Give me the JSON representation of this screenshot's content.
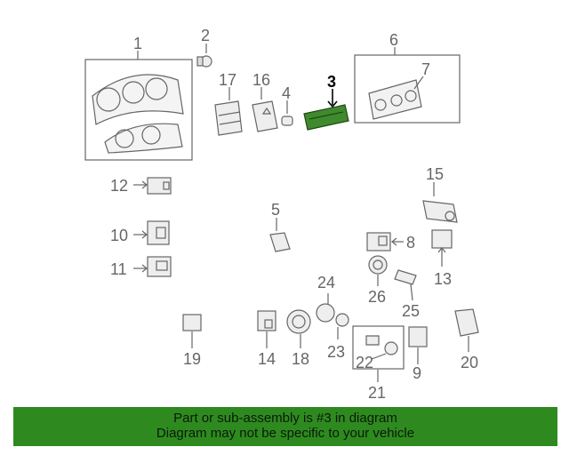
{
  "callouts": {
    "c1": "1",
    "c2": "2",
    "c3": "3",
    "c4": "4",
    "c5": "5",
    "c6": "6",
    "c7": "7",
    "c8": "8",
    "c9": "9",
    "c10": "10",
    "c11": "11",
    "c12": "12",
    "c13": "13",
    "c14": "14",
    "c15": "15",
    "c16": "16",
    "c17": "17",
    "c18": "18",
    "c19": "19",
    "c20": "20",
    "c21": "21",
    "c22": "22",
    "c23": "23",
    "c24": "24",
    "c25": "25",
    "c26": "26"
  },
  "highlight": {
    "part": "3",
    "color": "#3f8a2e"
  },
  "banner": {
    "line1": "Part or sub-assembly is #3 in diagram",
    "line2": "Diagram may not be specific to your vehicle",
    "color": "#2e8a1f"
  }
}
